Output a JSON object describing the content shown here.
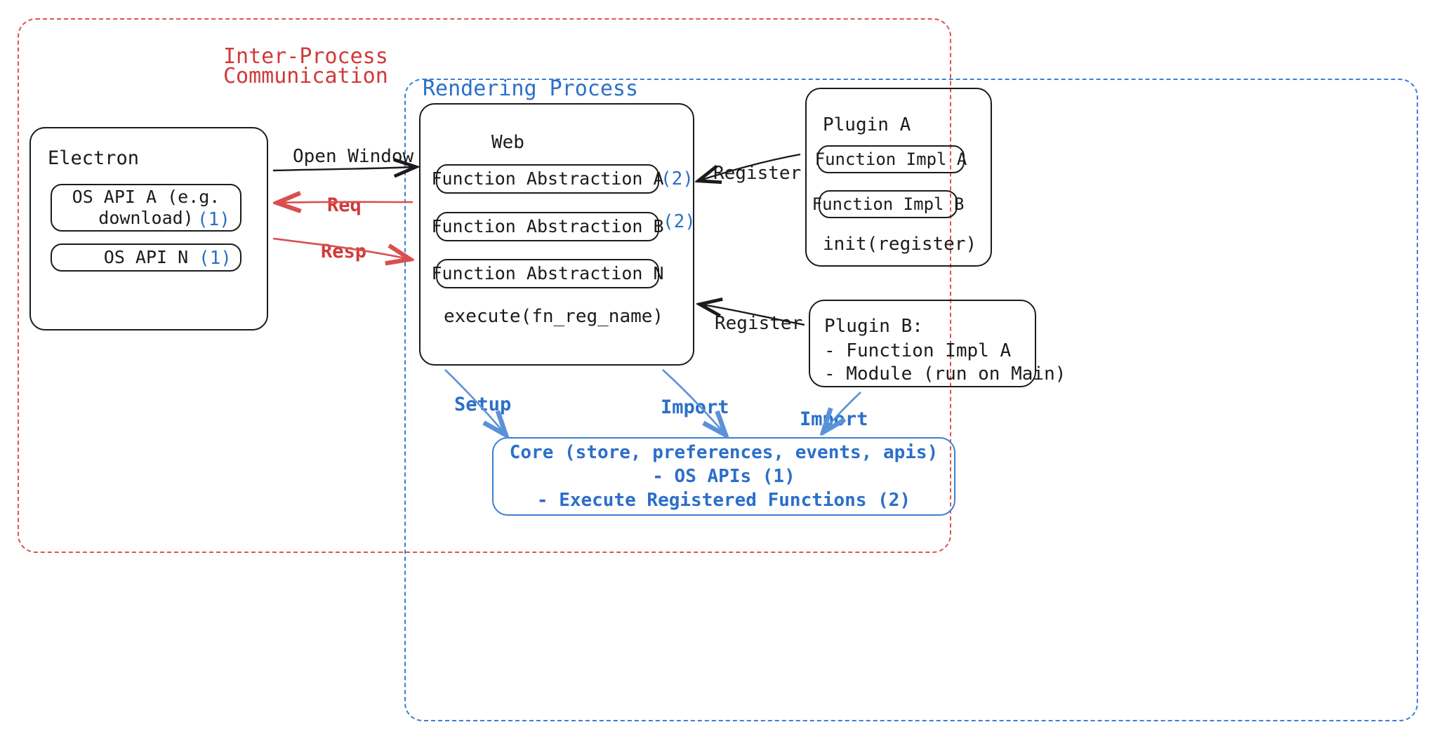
{
  "diagram": {
    "title": "Electron plugin architecture",
    "colors": {
      "ipc_red": "#cf3a3a",
      "process_blue": "#2b6fc9",
      "ink": "#1b1b1b"
    }
  },
  "containers": {
    "ipc": {
      "label_line1": "Inter-Process",
      "label_line2": "Communication"
    },
    "rendering": {
      "label": "Rendering Process"
    }
  },
  "electron": {
    "title": "Electron",
    "apis": [
      {
        "label": "OS API A (e.g.\ndownload)",
        "tag": "(1)"
      },
      {
        "label": "OS API N",
        "tag": "(1)"
      }
    ]
  },
  "web": {
    "title": "Web",
    "abstractions": [
      {
        "label": "Function Abstraction A",
        "tag": "(2)"
      },
      {
        "label": "Function Abstraction B",
        "tag": "(2)"
      },
      {
        "label": "Function Abstraction N",
        "tag": ""
      }
    ],
    "execute": "execute(fn_reg_name)"
  },
  "plugin_a": {
    "title": "Plugin A",
    "functions": [
      "Function Impl A",
      "Function Impl B"
    ],
    "init": "init(register)"
  },
  "plugin_b": {
    "title": "Plugin B:",
    "lines": [
      "- Function Impl A",
      "- Module (run on Main)"
    ]
  },
  "core": {
    "line1": "Core (store, preferences, events, apis)",
    "line2": "- OS APIs (1)",
    "line3": "- Execute Registered Functions (2)"
  },
  "arrows": {
    "open_window": "Open Window",
    "req": "Req",
    "resp": "Resp",
    "register_a": "Register",
    "register_b": "Register",
    "setup": "Setup",
    "import_web": "Import",
    "import_plugin": "Import"
  }
}
